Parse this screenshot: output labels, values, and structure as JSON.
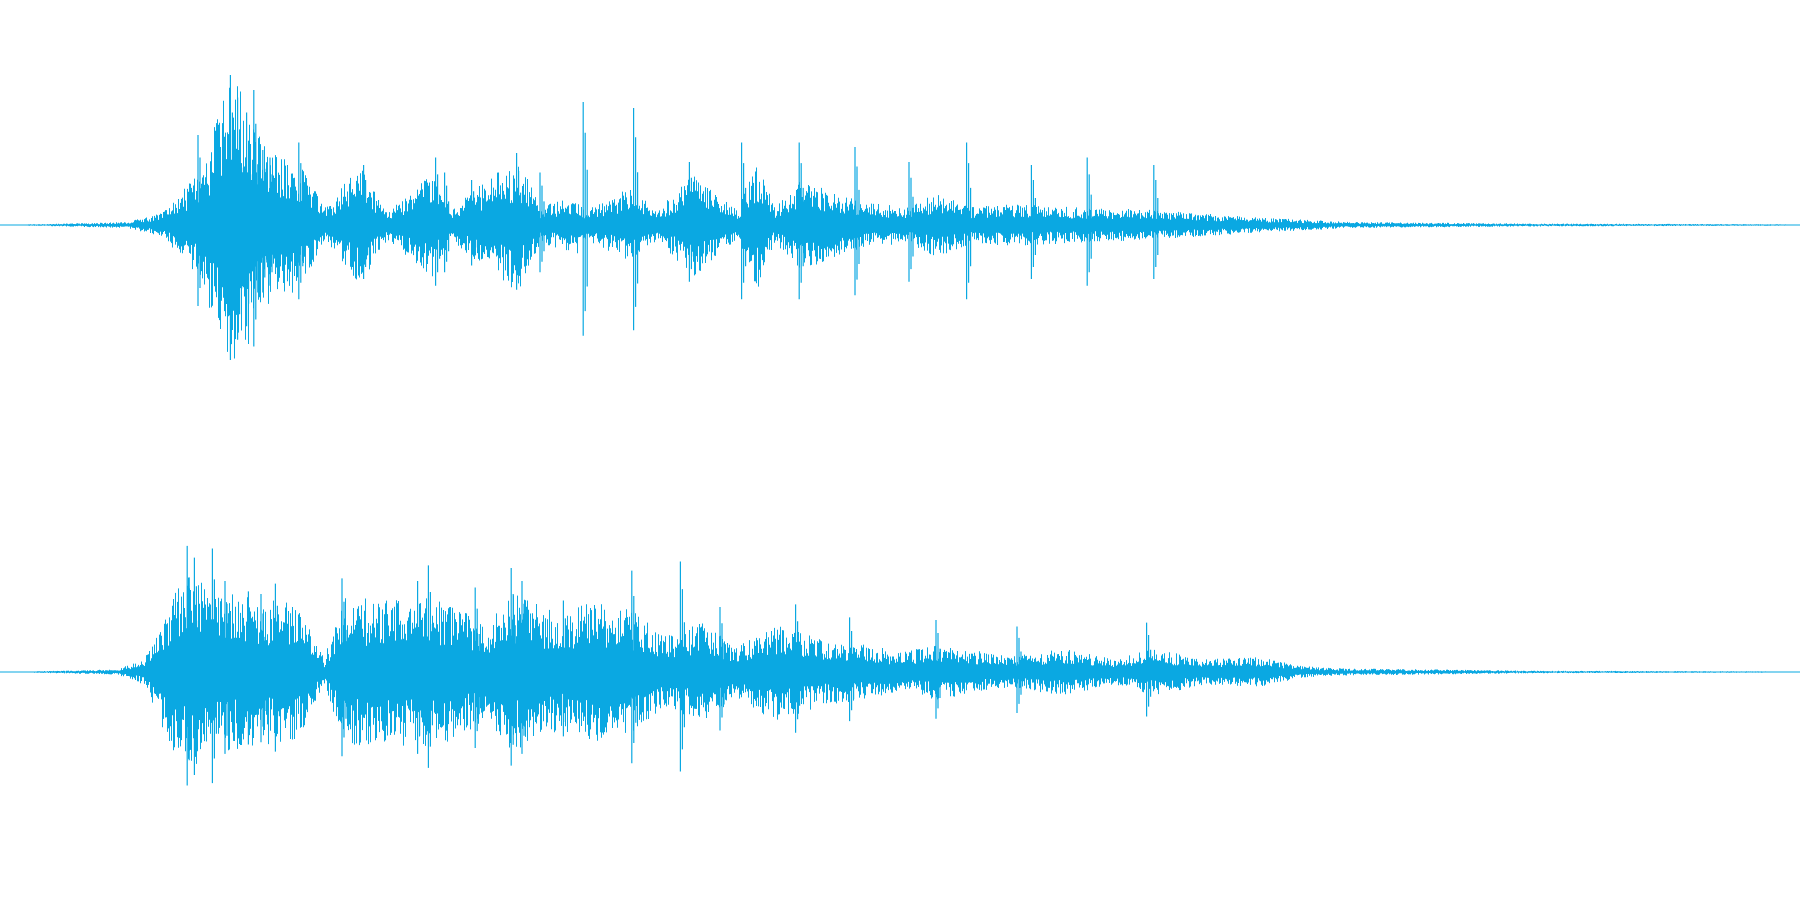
{
  "colors": {
    "background": "#ffffff",
    "waveform": "#0aa8e2"
  },
  "chart_data": {
    "type": "area",
    "description_type": "audio waveform, stereo",
    "x_unit": "seconds",
    "y_unit": "amplitude",
    "ylim": [
      -1,
      1
    ],
    "grid": false,
    "legend": "none",
    "duration": 1.8,
    "series": [
      {
        "channel": 1,
        "envelope": [
          [
            0.0,
            0.0
          ],
          [
            0.07,
            0.02
          ],
          [
            0.09,
            0.08
          ],
          [
            0.106,
            0.3
          ],
          [
            0.11,
            0.33
          ],
          [
            0.128,
            0.99
          ],
          [
            0.136,
            0.86
          ],
          [
            0.141,
            0.72
          ],
          [
            0.15,
            0.5
          ],
          [
            0.165,
            0.45
          ],
          [
            0.18,
            0.12
          ],
          [
            0.2,
            0.4
          ],
          [
            0.215,
            0.1
          ],
          [
            0.24,
            0.35
          ],
          [
            0.25,
            0.1
          ],
          [
            0.27,
            0.3
          ],
          [
            0.288,
            0.45
          ],
          [
            0.3,
            0.12
          ],
          [
            0.32,
            0.2
          ],
          [
            0.325,
            0.1
          ],
          [
            0.35,
            0.25
          ],
          [
            0.365,
            0.1
          ],
          [
            0.385,
            0.35
          ],
          [
            0.41,
            0.1
          ],
          [
            0.42,
            0.45
          ],
          [
            0.43,
            0.12
          ],
          [
            0.445,
            0.3
          ],
          [
            0.48,
            0.15
          ],
          [
            0.505,
            0.12
          ],
          [
            0.52,
            0.22
          ],
          [
            0.54,
            0.12
          ],
          [
            0.56,
            0.14
          ],
          [
            0.6,
            0.12
          ],
          [
            0.64,
            0.1
          ],
          [
            0.7,
            0.05
          ],
          [
            0.735,
            0.03
          ],
          [
            0.75,
            0.02
          ],
          [
            0.85,
            0.01
          ],
          [
            0.99,
            0.005
          ],
          [
            1.0,
            0.0
          ]
        ],
        "spikes": [
          [
            0.11,
            0.6
          ],
          [
            0.128,
            1.0
          ],
          [
            0.132,
            0.85
          ],
          [
            0.137,
            0.75
          ],
          [
            0.141,
            0.9
          ],
          [
            0.146,
            0.5
          ],
          [
            0.15,
            0.45
          ],
          [
            0.166,
            0.55
          ],
          [
            0.202,
            0.4
          ],
          [
            0.242,
            0.45
          ],
          [
            0.247,
            0.35
          ],
          [
            0.262,
            0.3
          ],
          [
            0.287,
            0.48
          ],
          [
            0.3,
            0.35
          ],
          [
            0.324,
            0.82
          ],
          [
            0.352,
            0.78
          ],
          [
            0.383,
            0.42
          ],
          [
            0.412,
            0.55
          ],
          [
            0.444,
            0.55
          ],
          [
            0.475,
            0.52
          ],
          [
            0.505,
            0.42
          ],
          [
            0.537,
            0.55
          ],
          [
            0.573,
            0.4
          ],
          [
            0.604,
            0.45
          ],
          [
            0.641,
            0.4
          ]
        ]
      },
      {
        "channel": 2,
        "envelope": [
          [
            0.0,
            0.0
          ],
          [
            0.065,
            0.02
          ],
          [
            0.08,
            0.1
          ],
          [
            0.095,
            0.6
          ],
          [
            0.105,
            0.75
          ],
          [
            0.12,
            0.62
          ],
          [
            0.14,
            0.58
          ],
          [
            0.165,
            0.52
          ],
          [
            0.18,
            0.1
          ],
          [
            0.19,
            0.6
          ],
          [
            0.21,
            0.55
          ],
          [
            0.23,
            0.58
          ],
          [
            0.25,
            0.55
          ],
          [
            0.27,
            0.38
          ],
          [
            0.285,
            0.62
          ],
          [
            0.31,
            0.45
          ],
          [
            0.33,
            0.55
          ],
          [
            0.35,
            0.48
          ],
          [
            0.37,
            0.28
          ],
          [
            0.39,
            0.38
          ],
          [
            0.41,
            0.2
          ],
          [
            0.43,
            0.38
          ],
          [
            0.46,
            0.25
          ],
          [
            0.48,
            0.22
          ],
          [
            0.5,
            0.15
          ],
          [
            0.52,
            0.22
          ],
          [
            0.56,
            0.12
          ],
          [
            0.59,
            0.18
          ],
          [
            0.62,
            0.1
          ],
          [
            0.64,
            0.18
          ],
          [
            0.67,
            0.1
          ],
          [
            0.7,
            0.12
          ],
          [
            0.72,
            0.05
          ],
          [
            0.74,
            0.03
          ],
          [
            0.85,
            0.01
          ],
          [
            0.98,
            0.005
          ],
          [
            1.0,
            0.0
          ]
        ],
        "spikes": [
          [
            0.104,
            0.97
          ],
          [
            0.108,
            0.88
          ],
          [
            0.118,
            0.95
          ],
          [
            0.125,
            0.7
          ],
          [
            0.138,
            0.62
          ],
          [
            0.145,
            0.6
          ],
          [
            0.153,
            0.68
          ],
          [
            0.19,
            0.72
          ],
          [
            0.232,
            0.7
          ],
          [
            0.238,
            0.82
          ],
          [
            0.264,
            0.65
          ],
          [
            0.284,
            0.8
          ],
          [
            0.29,
            0.7
          ],
          [
            0.313,
            0.55
          ],
          [
            0.351,
            0.78
          ],
          [
            0.378,
            0.85
          ],
          [
            0.4,
            0.5
          ],
          [
            0.442,
            0.52
          ],
          [
            0.472,
            0.42
          ],
          [
            0.52,
            0.4
          ],
          [
            0.565,
            0.35
          ],
          [
            0.637,
            0.38
          ]
        ]
      }
    ]
  }
}
